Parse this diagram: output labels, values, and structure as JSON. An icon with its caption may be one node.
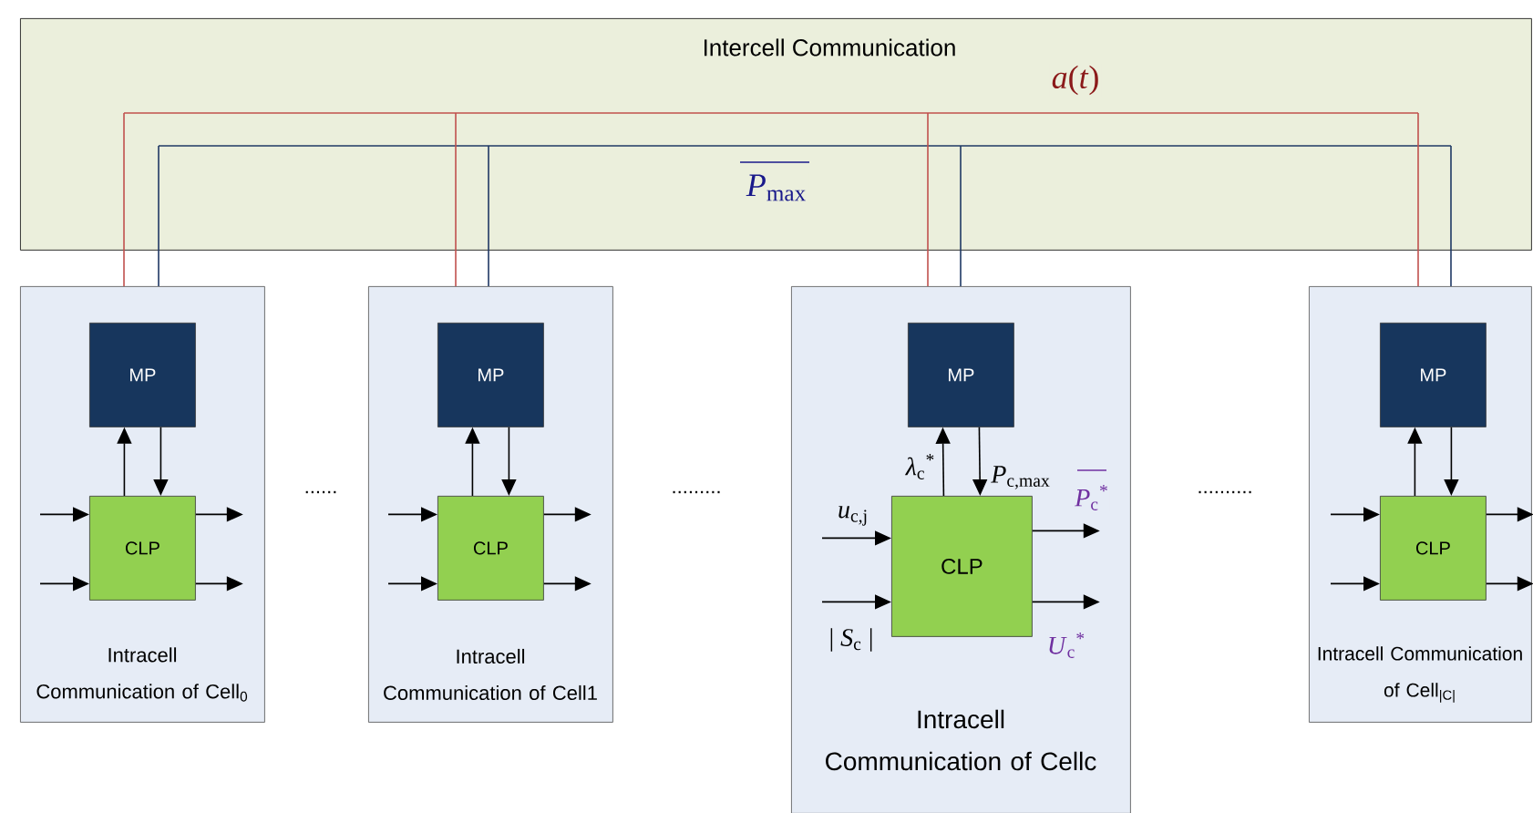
{
  "diagram": {
    "nodes": [
      {
        "text": [
          "Intercell Communication"
        ]
      },
      {
        "text": [
          "Intracell Communication of Cell$_{0}$"
        ]
      },
      {
        "text": [
          "MP"
        ],
        "in": 1
      },
      {
        "text": [
          "CLP"
        ],
        "in": 1
      },
      {
        "text": [
          "Intracell Communication of Cell1"
        ]
      },
      {
        "text": [
          "MP"
        ],
        "in": 4
      },
      {
        "text": [
          "CLP"
        ],
        "in": 4
      },
      {
        "text": [
          "Intracell Communication of Cellc"
        ]
      },
      {
        "text": [
          "MP"
        ],
        "in": 7
      },
      {
        "text": [
          "CLP"
        ],
        "in": 7
      },
      {
        "text": [
          "Intracell Communication of Cell$_{|C|}$"
        ]
      },
      {
        "text": [
          "MP"
        ],
        "in": 10
      },
      {
        "text": [
          "CLP"
        ],
        "in": 10
      }
    ],
    "edges": [
      {
        "from": 0,
        "to": 1,
        "arrow": "none",
        "color": "#c0504d"
      },
      {
        "from": 0,
        "to": 4,
        "arrow": "none",
        "color": "#c0504d"
      },
      {
        "from": 0,
        "to": 7,
        "arrow": "none",
        "color": "#c0504d"
      },
      {
        "from": 0,
        "to": 10,
        "arrow": "none",
        "color": "#c0504d"
      },
      {
        "from": 0,
        "to": 1,
        "arrow": "none",
        "color": "#1f3864"
      },
      {
        "from": 0,
        "to": 4,
        "arrow": "none",
        "color": "#1f3864"
      },
      {
        "from": 0,
        "to": 7,
        "arrow": "none",
        "color": "#1f3864"
      },
      {
        "from": 0,
        "to": 10,
        "arrow": "none",
        "color": "#1f3864"
      },
      {
        "from": 3,
        "to": 2,
        "arrow": "to"
      },
      {
        "from": 2,
        "to": 3,
        "arrow": "to"
      },
      {
        "from": null,
        "to": 3,
        "arrow": "to"
      },
      {
        "from": null,
        "to": 3,
        "arrow": "to"
      },
      {
        "from": 3,
        "to": null,
        "arrow": "to"
      },
      {
        "from": 3,
        "to": null,
        "arrow": "to"
      },
      {
        "from": 6,
        "to": 5,
        "arrow": "to"
      },
      {
        "from": 5,
        "to": 6,
        "arrow": "to"
      },
      {
        "from": null,
        "to": 6,
        "arrow": "to"
      },
      {
        "from": null,
        "to": 6,
        "arrow": "to"
      },
      {
        "from": 6,
        "to": null,
        "arrow": "to"
      },
      {
        "from": 6,
        "to": null,
        "arrow": "to"
      },
      {
        "from": 9,
        "to": 8,
        "arrow": "to",
        "label": "*λ*$_{c}$$^{*}$"
      },
      {
        "from": 8,
        "to": 9,
        "arrow": "to",
        "label": "*P*$_{c,max}$"
      },
      {
        "from": null,
        "to": 9,
        "arrow": "to",
        "label": "*u*$_{c,j}$"
      },
      {
        "from": null,
        "to": 9,
        "arrow": "to",
        "label": "| *S*$_{c}$ |"
      },
      {
        "from": 9,
        "to": null,
        "arrow": "to",
        "label": "*P*$_{c}$$^{*}$"
      },
      {
        "from": 9,
        "to": null,
        "arrow": "to",
        "label": "*U*$_{c}$$^{*}$"
      },
      {
        "from": 12,
        "to": 11,
        "arrow": "to"
      },
      {
        "from": 11,
        "to": 12,
        "arrow": "to"
      },
      {
        "from": null,
        "to": 12,
        "arrow": "to"
      },
      {
        "from": null,
        "to": 12,
        "arrow": "to"
      },
      {
        "from": 12,
        "to": null,
        "arrow": "to"
      },
      {
        "from": 12,
        "to": null,
        "arrow": "to"
      }
    ],
    "labels": [
      "*a*(*t*)",
      "*P*$_{max}$",
      "......",
      ".........",
      ".........."
    ]
  }
}
